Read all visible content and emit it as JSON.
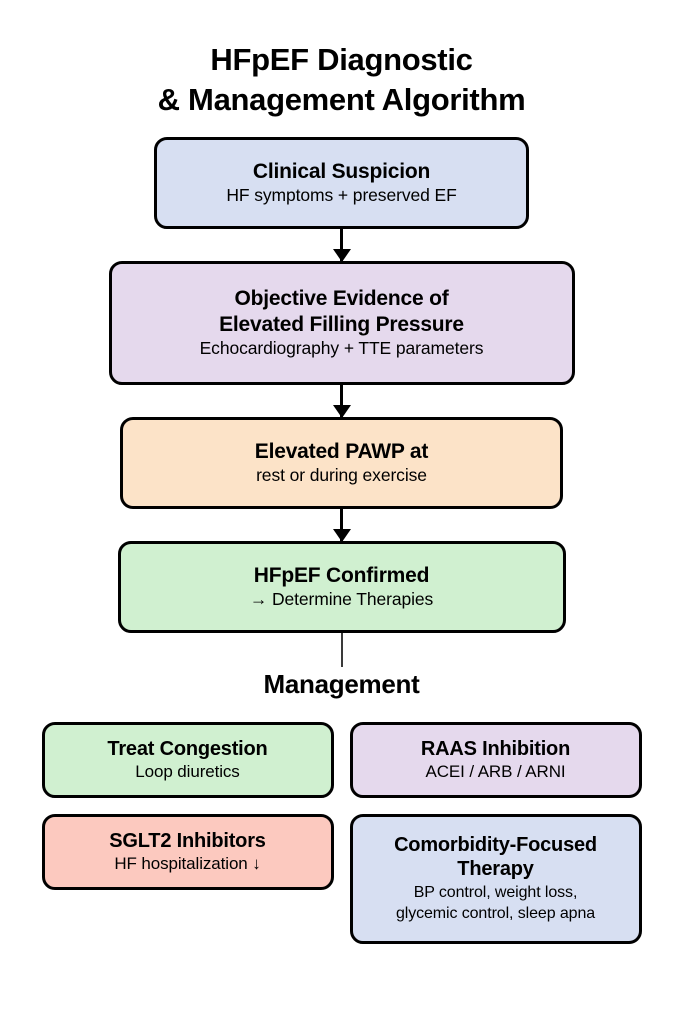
{
  "title": {
    "line1": "HFpEF Diagnostic",
    "line2": "& Management Algorithm"
  },
  "diagnostic_flow": [
    {
      "id": "clinical-suspicion",
      "heading": "Clinical Suspicion",
      "subtext": "HF symptoms + preserved EF",
      "color": "#d7dff2"
    },
    {
      "id": "objective-evidence",
      "heading_line1": "Objective Evidence of",
      "heading_line2": "Elevated Filling Pressure",
      "subtext": "Echocardiography + TTE parameters",
      "color": "#e5d9ed"
    },
    {
      "id": "elevated-pawp",
      "heading": "Elevated PAWP at",
      "subtext": "rest or during exercise",
      "color": "#fce3c8"
    },
    {
      "id": "hfpef-confirmed",
      "heading": "HFpEF Confirmed",
      "subtext": "→ Determine Therapies",
      "color": "#d0f0d0"
    }
  ],
  "management": {
    "section_title": "Management",
    "options": [
      {
        "id": "treat-congestion",
        "heading": "Treat Congestion",
        "subtext": "Loop diuretics",
        "color": "#d0f0d0"
      },
      {
        "id": "raas-inhibition",
        "heading": "RAAS Inhibition",
        "subtext": "ACEI / ARB / ARNI",
        "color": "#e5d9ed"
      },
      {
        "id": "sglt2-inhibitors",
        "heading": "SGLT2 Inhibitors",
        "subtext": "HF hospitalization ↓",
        "color": "#fcc9bf"
      },
      {
        "id": "comorbidity-focused-therapy",
        "heading_line1": "Comorbidity-Focused",
        "heading_line2": "Therapy",
        "subtext_line1": "BP control, weight loss,",
        "subtext_line2": "glycemic control, sleep apna",
        "color": "#d7dff2"
      }
    ]
  },
  "style": {
    "border_color": "#000000",
    "background": "#ffffff",
    "connector_color": "#3a3a3a"
  }
}
